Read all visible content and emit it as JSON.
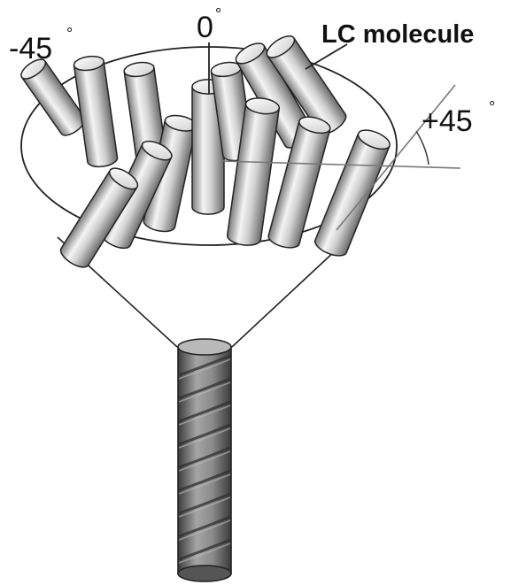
{
  "labels": {
    "lc_molecule": "LC molecule",
    "angle_zero": "0",
    "angle_minus45": "-45",
    "angle_plus45": "+45",
    "degree_mark": "°"
  },
  "colors": {
    "outline": "#222222",
    "cylinder_light": "#f2f2f2",
    "cylinder_mid": "#bdbdbd",
    "cylinder_dark": "#6e6e6e",
    "fiber_light": "#9a9a9a",
    "fiber_dark": "#3c3c3c"
  }
}
